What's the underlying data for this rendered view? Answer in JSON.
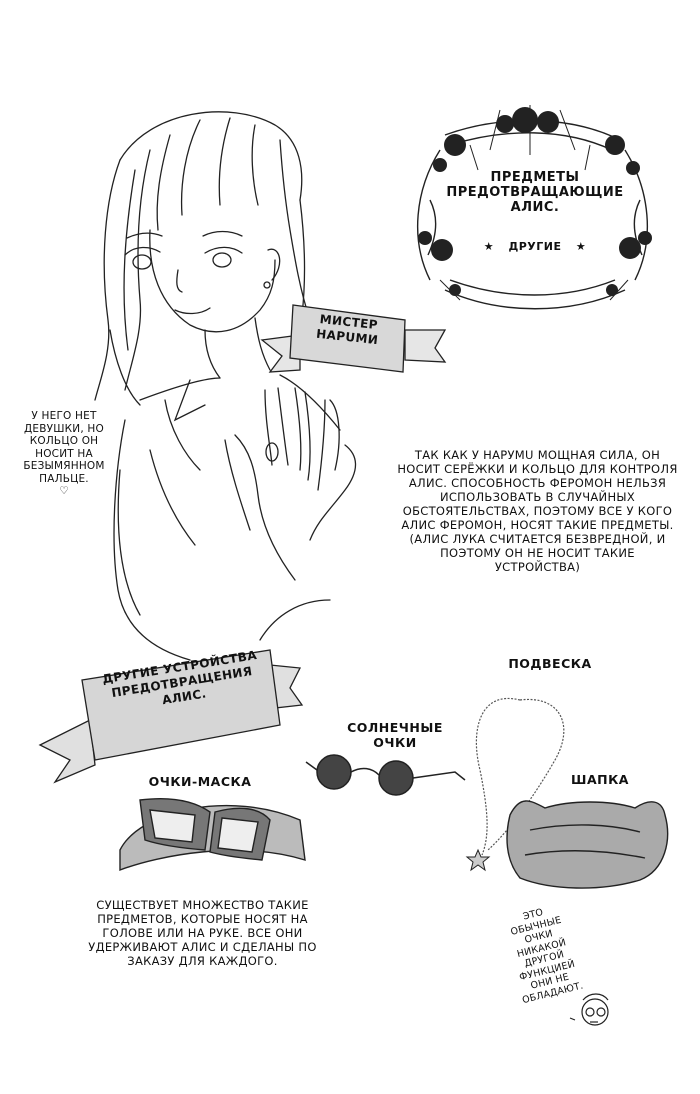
{
  "wreath": {
    "title_lines": [
      "Предметы",
      "предотвращающие",
      "Алис."
    ],
    "subtitle": "Другие"
  },
  "character_banner": "Мистер Нарumи",
  "side_note": [
    "У него нет",
    "девушки, но",
    "кольцо он",
    "носит на",
    "безымянном",
    "пальце."
  ],
  "main_description": [
    "Так как у Нарумu мощная сила, он",
    "носит серёжки и кольцо для контроля",
    "Алис. Способность Феромон нельзя",
    "использовать в случайных",
    "обстоятельствах, поэтому все у кого",
    "Алис Феромон, носят такие предметы.",
    "(Алис Лука считается безвредной, и",
    "поэтому  он не носит такие",
    "устройства)"
  ],
  "devices_banner": [
    "Другие устройства",
    "предотвращения",
    "Алис."
  ],
  "items": {
    "pendant": "Подвеска",
    "sunglasses": [
      "Солнечные",
      "очки"
    ],
    "goggles": "Очки-маска",
    "hat": "Шапка"
  },
  "bottom_description": [
    "Существует множество такие",
    "предметов, которые носят на",
    "голове или на руке. Все они",
    "удерживают Алис и сделаны по",
    "заказу для каждого."
  ],
  "bottom_note": [
    "Это",
    "обычные",
    "очки",
    "никакой",
    "другой",
    "функцией",
    "они не",
    "обладают."
  ]
}
